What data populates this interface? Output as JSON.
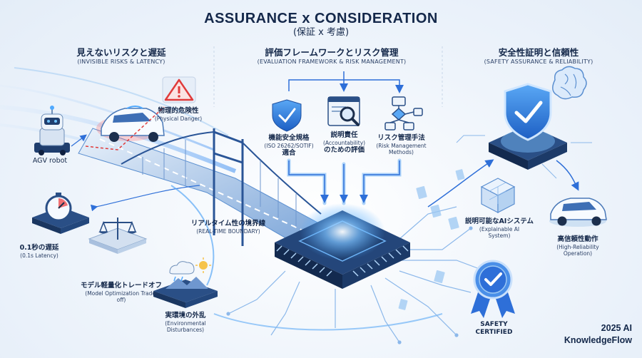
{
  "header": {
    "title": "ASSURANCE x CONSIDERATION",
    "subtitle": "(保証 x 考慮)"
  },
  "sections": {
    "left": {
      "jp": "見えないリスクと遅延",
      "en": "(INVISIBLE RISKS & LATENCY)"
    },
    "center": {
      "jp": "評価フレームワークとリスク管理",
      "en": "(EVALUATION FRAMEWORK & RISK MANAGEMENT)"
    },
    "right": {
      "jp": "安全性証明と信頼性",
      "en": "(SAFETY ASSURANCE & RELIABILITY)"
    }
  },
  "left_items": {
    "physical_danger": {
      "jp": "物理的危険性",
      "en": "(Physical Danger)"
    },
    "agv": {
      "label": "AGV robot"
    },
    "latency": {
      "jp": "0.1秒の遅延",
      "en": "(0.1s Latency)"
    },
    "model_opt": {
      "jp": "モデル軽量化トレードオフ",
      "en": "(Model Optimization Trade-off)"
    },
    "env": {
      "jp": "実環境の外乱",
      "en": "(Environmental Disturbances)"
    }
  },
  "center_items": {
    "functional_safety": {
      "line1": "機能安全規格",
      "line2": "(ISO 26262/SOTIF)",
      "line3": "適合"
    },
    "accountability": {
      "line1": "説明責任",
      "line2": "(Accountability)",
      "line3": "のための評価"
    },
    "risk_methods": {
      "line1": "リスク管理手法",
      "line2": "(Risk Management",
      "line3": "Methods)"
    },
    "boundary": {
      "jp": "リアルタイム性の境界線",
      "en": "(REAL-TIME BOUNDARY)"
    }
  },
  "right_items": {
    "xai": {
      "jp": "説明可能なAIシステム",
      "en1": "(Explainable AI",
      "en2": "System)"
    },
    "reliability": {
      "jp": "高信頼性動作",
      "en1": "(High-Reliability",
      "en2": "Operation)"
    },
    "certified": {
      "line1": "SAFETY",
      "line2": "CERTIFIED"
    }
  },
  "footer": {
    "line1": "2025 AI",
    "line2": "KnowledgeFlow"
  },
  "colors": {
    "navy": "#14284a",
    "blue": "#2e6fd8",
    "light_blue": "#8cc4f5",
    "glow": "#4fa9ff",
    "danger": "#e03b3b",
    "panel": "#dbe7f5"
  },
  "icons": [
    "warning-icon",
    "shield-check-icon",
    "magnifier-icon",
    "flowchart-icon",
    "stopwatch-icon",
    "scale-icon",
    "weather-icon",
    "brain-icon",
    "cube-icon",
    "badge-icon"
  ]
}
